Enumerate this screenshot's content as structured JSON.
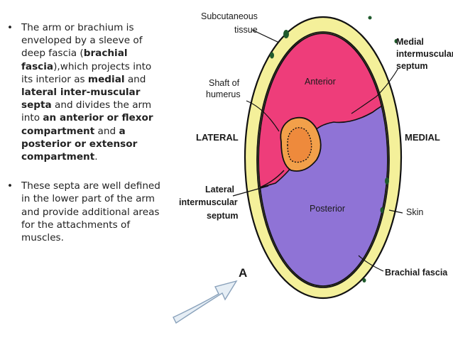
{
  "bullets": [
    {
      "segments": [
        {
          "text": "The arm or brachium is enveloped by a sleeve of deep fascia (",
          "bold": false
        },
        {
          "text": "brachial fascia",
          "bold": true
        },
        {
          "text": "),which projects into its interior as ",
          "bold": false
        },
        {
          "text": "medial",
          "bold": true
        },
        {
          "text": " and ",
          "bold": false
        },
        {
          "text": "lateral inter-muscular septa",
          "bold": true
        },
        {
          "text": " and divides the arm into ",
          "bold": false
        },
        {
          "text": "an anterior or flexor compartment",
          "bold": true
        },
        {
          "text": " and ",
          "bold": false
        },
        {
          "text": " a posterior or extensor compartment",
          "bold": true
        },
        {
          "text": ".",
          "bold": false
        }
      ]
    },
    {
      "segments": [
        {
          "text": "These septa are well defined in the lower part of the arm and  provide additional areas for the attachments of muscles.",
          "bold": false
        }
      ]
    }
  ],
  "diagram": {
    "labels": {
      "subcutaneous_1": "Subcutaneous",
      "subcutaneous_2": "tissue",
      "anterior": "Anterior",
      "posterior": "Posterior",
      "medial_septum_1": "Medial",
      "medial_septum_2": "intermuscular",
      "medial_septum_3": "septum",
      "shaft_1": "Shaft of",
      "shaft_2": "humerus",
      "lateral": "LATERAL",
      "medial": "MEDIAL",
      "lateral_septum_1": "Lateral",
      "lateral_septum_2": "intermuscular",
      "lateral_septum_3": "septum",
      "skin": "Skin",
      "brachial_fascia": "Brachial fascia",
      "view_letter": "A"
    },
    "colors": {
      "skin": "#f4f09a",
      "outline": "#111111",
      "anterior": "#ee3d7a",
      "posterior": "#8f73d6",
      "bone_outer": "#f2a04a",
      "bone_inner": "#ee8a3c",
      "vessel": "#1f5a2c",
      "arrow_fill": "#e6eef5",
      "arrow_stroke": "#8aa2bb"
    }
  }
}
